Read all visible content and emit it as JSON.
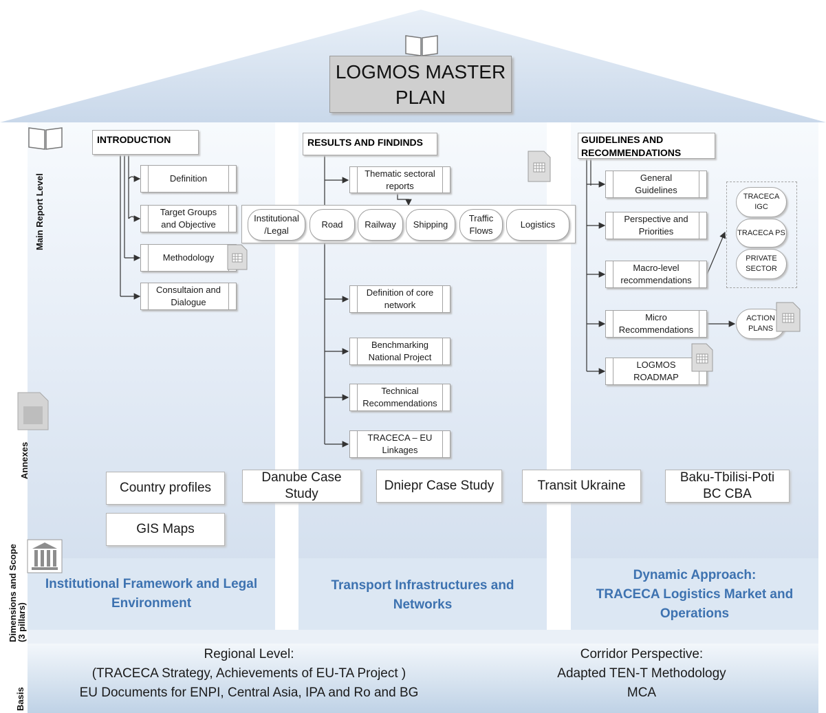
{
  "title": "LOGMOS MASTER\nPLAN",
  "side_labels": {
    "main_report": "Main Report Level",
    "annexes": "Annexes",
    "dimensions": "Dimensions and Scope\n(3 pillars)",
    "basis": "Basis"
  },
  "introduction": {
    "heading": "INTRODUCTION",
    "items": [
      "Definition",
      "Target Groups\nand Objective",
      "Methodology",
      "Consultaion and\nDialogue"
    ]
  },
  "results": {
    "heading": "RESULTS AND FINDINDS",
    "thematic": "Thematic sectoral\nreports",
    "sectors": [
      "Institutional\n/Legal",
      "Road",
      "Railway",
      "Shipping",
      "Traffic\nFlows",
      "Logistics"
    ],
    "items": [
      "Definition of core\nnetwork",
      "Benchmarking\nNational Project",
      "Technical\nRecommendations",
      "TRACECA – EU\nLinkages"
    ]
  },
  "guidelines": {
    "heading": "GUIDELINES AND\nRECOMMENDATIONS",
    "items": [
      "General\nGuidelines",
      "Perspective and\nPriorities",
      "Macro-level\nrecommendations",
      "Micro\nRecommendations",
      "LOGMOS\nROADMAP"
    ],
    "stakeholders": [
      "TRACECA\nIGC",
      "TRACECA PS",
      "PRIVATE\nSECTOR"
    ],
    "action_plans": "ACTION\nPLANS"
  },
  "annexes": [
    "Country profiles",
    "GIS Maps",
    "Danube Case\nStudy",
    "Dniepr Case Study",
    "Transit Ukraine",
    "Baku-Tbilisi-Poti\nBC CBA"
  ],
  "pillars": [
    "Institutional Framework and Legal\nEnvironment",
    "Transport Infrastructures and\nNetworks",
    "Dynamic Approach:\nTRACECA Logistics Market and\nOperations"
  ],
  "basis": {
    "left": "Regional Level:\n(TRACECA Strategy, Achievements of EU-TA Project )\nEU Documents for  ENPI, Central Asia, IPA and Ro and BG",
    "right": "Corridor Perspective:\nAdapted TEN-T Methodology\nMCA"
  },
  "colors": {
    "pillar_title": "#3d72b0",
    "roof": "#c9d8ea",
    "title_box": "#cfcfcf"
  },
  "icons": [
    "book-icon",
    "document-icon",
    "institution-icon",
    "sheet-icon"
  ]
}
